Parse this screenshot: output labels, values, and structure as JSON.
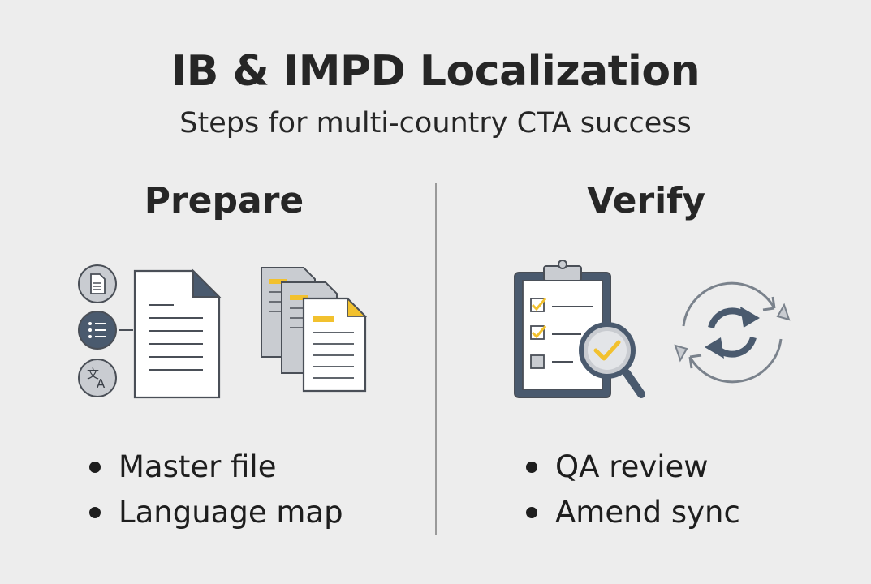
{
  "header": {
    "title": "IB & IMPD Localization",
    "subtitle": "Steps for multi-country CTA success"
  },
  "columns": [
    {
      "heading": "Prepare",
      "bullets": [
        "Master file",
        "Language map"
      ],
      "icons": [
        "document-icon",
        "list-icon",
        "translate-icon",
        "master-document-icon",
        "stacked-documents-icon"
      ]
    },
    {
      "heading": "Verify",
      "bullets": [
        "QA review",
        "Amend sync"
      ],
      "icons": [
        "clipboard-checklist-icon",
        "magnifier-check-icon",
        "sync-arrows-icon"
      ]
    }
  ],
  "colors": {
    "background": "#ededed",
    "text": "#262626",
    "icon_stroke": "#4a4f57",
    "icon_fill_gray": "#c9ccd1",
    "accent_yellow": "#f2c12e",
    "paper": "#ffffff"
  }
}
